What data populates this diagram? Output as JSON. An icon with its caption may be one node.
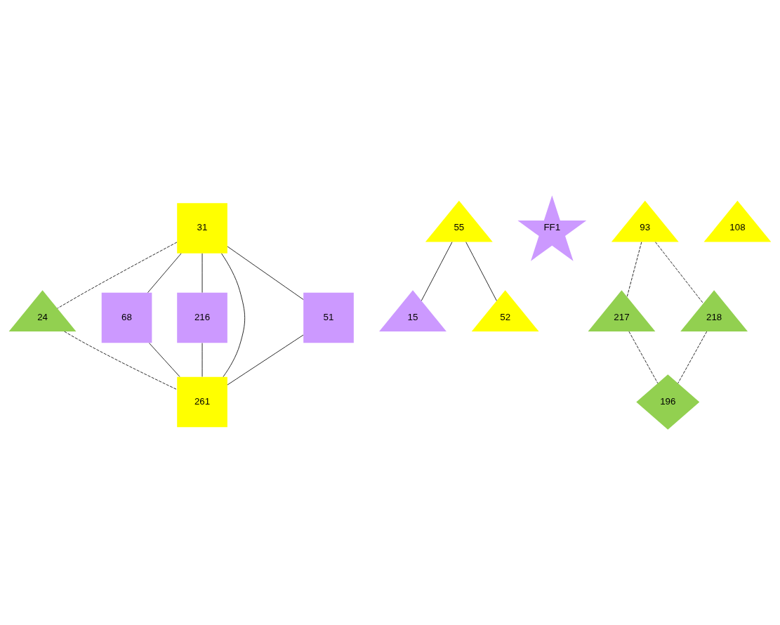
{
  "diagram": {
    "nodes": [
      {
        "text": [
          "31"
        ]
      },
      {
        "text": [
          "24"
        ]
      },
      {
        "text": [
          "55"
        ]
      },
      {
        "text": [
          "15"
        ]
      },
      {
        "text": [
          "52"
        ]
      },
      {
        "text": [
          "68"
        ]
      },
      {
        "text": [
          "216"
        ]
      },
      {
        "text": [
          "261"
        ]
      },
      {
        "text": [
          "51"
        ]
      },
      {
        "text": [
          "FF1"
        ]
      },
      {
        "text": [
          "217"
        ]
      },
      {
        "text": [
          "218"
        ]
      },
      {
        "text": [
          "93"
        ]
      },
      {
        "text": [
          "108"
        ]
      },
      {
        "text": [
          "196"
        ]
      }
    ],
    "edges": [
      {
        "from": 0,
        "to": 1,
        "arrow": "none",
        "style": "dashed"
      },
      {
        "from": 0,
        "to": 5,
        "arrow": "none"
      },
      {
        "from": 0,
        "to": 8,
        "arrow": "none"
      },
      {
        "from": 0,
        "to": 6,
        "arrow": "none"
      },
      {
        "from": 0,
        "to": 7,
        "arrow": "none"
      },
      {
        "from": 1,
        "to": 7,
        "arrow": "none",
        "style": "dashed"
      },
      {
        "from": 2,
        "to": 3,
        "arrow": "none"
      },
      {
        "from": 2,
        "to": 4,
        "arrow": "none"
      },
      {
        "from": 5,
        "to": 7,
        "arrow": "none"
      },
      {
        "from": 6,
        "to": 7,
        "arrow": "none"
      },
      {
        "from": 8,
        "to": 7,
        "arrow": "none"
      },
      {
        "from": 12,
        "to": 10,
        "arrow": "none",
        "style": "dashed"
      },
      {
        "from": 12,
        "to": 11,
        "arrow": "none",
        "style": "dashed"
      },
      {
        "from": 10,
        "to": 14,
        "arrow": "none",
        "style": "dashed"
      },
      {
        "from": 11,
        "to": 14,
        "arrow": "none",
        "style": "dashed"
      }
    ]
  }
}
